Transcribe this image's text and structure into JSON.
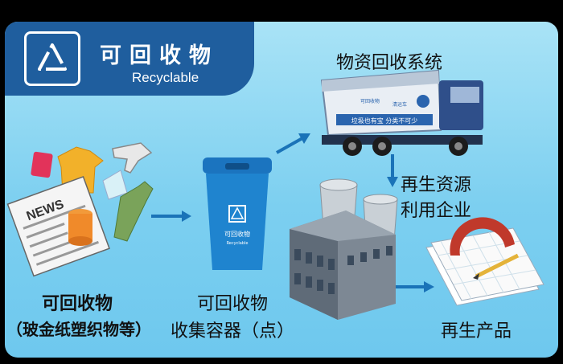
{
  "header": {
    "title": "可回收物",
    "subtitle": "Recyclable",
    "icon": "recycle-triangle-icon"
  },
  "steps": {
    "items_label_line1": "可回收物",
    "items_label_line2": "（玻金纸塑织物等）",
    "bin_label_line1": "可回收物",
    "bin_label_line2": "收集容器（点）",
    "truck_label": "物资回收系统",
    "factory_label_line1": "再生资源",
    "factory_label_line2": "利用企业",
    "product_label": "再生产品"
  },
  "illustrations": {
    "newspaper_text": "NEWS",
    "bin_text": "可回收物",
    "bin_sub_text": "Recyclable",
    "truck_panel_text": "可回收物",
    "truck_side_text": "清运车",
    "truck_slogan": "垃圾也有宝  分类不可少"
  },
  "colors": {
    "header_bg": "#1f5e9e",
    "card_bg": "#8fd8f3",
    "arrow": "#1a73b8",
    "bin": "#1b74bf"
  }
}
